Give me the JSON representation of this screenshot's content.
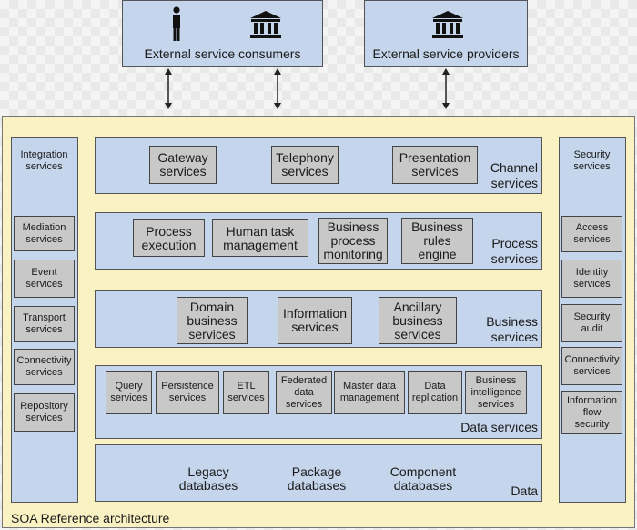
{
  "consumers": {
    "label": "External service consumers",
    "icons": [
      "person-icon",
      "bank-icon"
    ]
  },
  "providers": {
    "label": "External service providers",
    "icons": [
      "bank-icon"
    ]
  },
  "frame_label": "SOA Reference architecture",
  "left_column": {
    "title": "Integration\nservices",
    "items": [
      "Mediation\nservices",
      "Event\nservices",
      "Transport\nservices",
      "Connectivity\nservices",
      "Repository\nservices"
    ]
  },
  "right_column": {
    "title": "Security\nservices",
    "items": [
      "Access\nservices",
      "Identity\nservices",
      "Security\naudit",
      "Connectivity\nservices",
      "Information\nflow\nsecurity"
    ]
  },
  "layers": {
    "channel": {
      "label": "Channel\nservices",
      "items": [
        "Gateway\nservices",
        "Telephony\nservices",
        "Presentation\nservices"
      ]
    },
    "process": {
      "label": "Process\nservices",
      "items": [
        "Process\nexecution",
        "Human task\nmanagement",
        "Business\nprocess\nmonitoring",
        "Business\nrules\nengine"
      ]
    },
    "business": {
      "label": "Business\nservices",
      "items": [
        "Domain\nbusiness\nservices",
        "Information\nservices",
        "Ancillary\nbusiness\nservices"
      ]
    },
    "data_services": {
      "label": "Data services",
      "items": [
        "Query\nservices",
        "Persistence\nservices",
        "ETL\nservices",
        "Federated\ndata\nservices",
        "Master data\nmanagement",
        "Data\nreplication",
        "Business\nintelligence\nservices"
      ]
    },
    "data": {
      "label": "Data",
      "items": [
        "Legacy\ndatabases",
        "Package\ndatabases",
        "Component\ndatabases"
      ]
    }
  }
}
